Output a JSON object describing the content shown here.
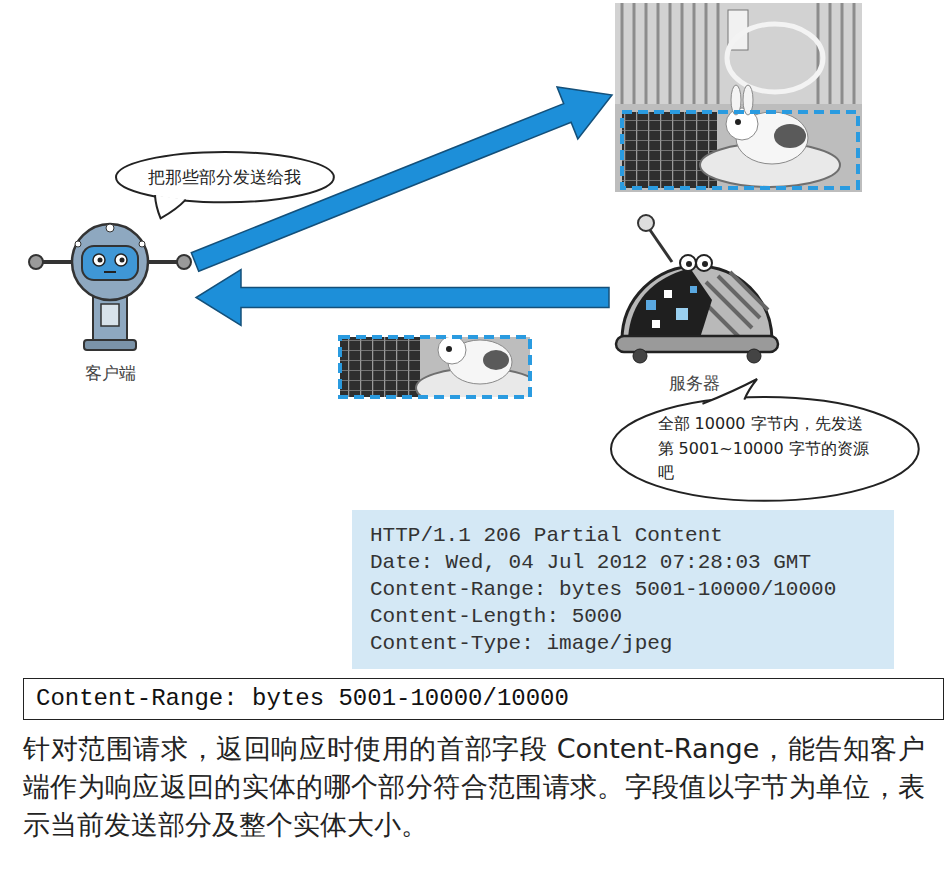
{
  "diagram": {
    "nodes": [
      {
        "text": [
          "把那些部分发送给我"
        ]
      },
      {
        "text": [
          "客户端"
        ]
      },
      {
        "text": [
          "服务器"
        ]
      },
      {
        "text": [
          "全部 10000 字节内，先发送第 5001~10000 字节的资源吧"
        ]
      },
      {
        "text": [
          "HTTP/1.1 206 Partial Content",
          "Date: Wed, 04 Jul 2012 07:28:03 GMT",
          "Content-Range: bytes 5001-10000/10000",
          "Content-Length: 5000",
          "Content-Type: image/jpeg"
        ]
      },
      {
        "text": [
          "Content-Range: bytes 5001-10000/10000"
        ]
      }
    ],
    "edges": [
      {
        "from": 2,
        "to": 1,
        "arrow": "to"
      }
    ],
    "labels": [
      "针对范围请求，返回响应时使用的首部字段 Content-Range，能告知客户端作为响应返回的实体的哪个部分符合范围请求。字段值以字节为单位，表示当前发送部分及整个实体大小。"
    ]
  }
}
